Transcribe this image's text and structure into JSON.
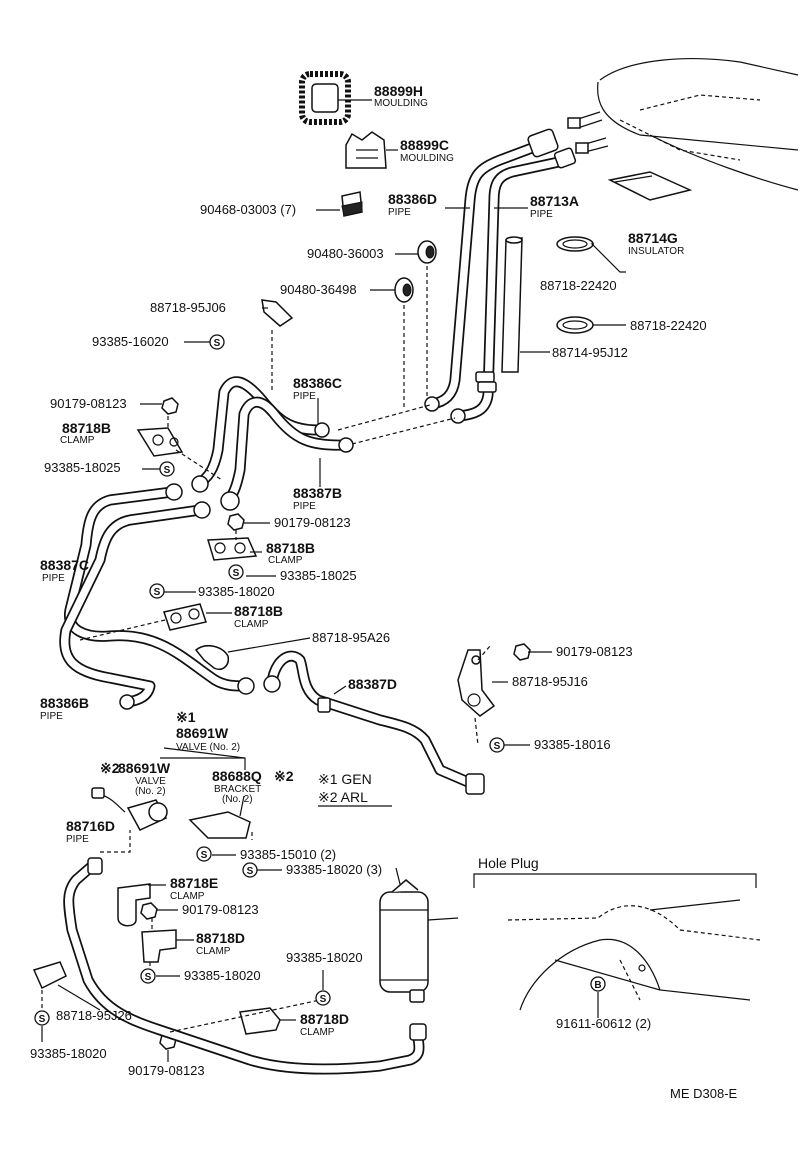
{
  "labels": {
    "p88899H": {
      "num": "88899H",
      "name": "MOULDING"
    },
    "p88899C": {
      "num": "88899C",
      "name": "MOULDING"
    },
    "p90468": {
      "num": "90468-03003 (7)"
    },
    "p88386D": {
      "num": "88386D",
      "name": "PIPE"
    },
    "p88713A": {
      "num": "88713A",
      "name": "PIPE"
    },
    "p88714G": {
      "num": "88714G",
      "name": "INSULATOR"
    },
    "p90480_36003": {
      "num": "90480-36003"
    },
    "p90480_36498": {
      "num": "90480-36498"
    },
    "p88718_22420a": {
      "num": "88718-22420"
    },
    "p88718_22420b": {
      "num": "88718-22420"
    },
    "p88718_95J06": {
      "num": "88718-95J06"
    },
    "p93385_16020": {
      "num": "93385-16020"
    },
    "p88714_95J12": {
      "num": "88714-95J12"
    },
    "p90179_a": {
      "num": "90179-08123"
    },
    "p88718B_a": {
      "num": "88718B",
      "name": "CLAMP"
    },
    "p88386C": {
      "num": "88386C",
      "name": "PIPE"
    },
    "p93385_18025a": {
      "num": "93385-18025"
    },
    "p88387B": {
      "num": "88387B",
      "name": "PIPE"
    },
    "p90179_b": {
      "num": "90179-08123"
    },
    "p88718B_b": {
      "num": "88718B",
      "name": "CLAMP"
    },
    "p93385_18025b": {
      "num": "93385-18025"
    },
    "p88387C": {
      "num": "88387C",
      "name": "PIPE"
    },
    "p93385_18020a": {
      "num": "93385-18020"
    },
    "p88718B_c": {
      "num": "88718B",
      "name": "CLAMP"
    },
    "p88718_95A26": {
      "num": "88718-95A26"
    },
    "p90179_c": {
      "num": "90179-08123"
    },
    "p88387D": {
      "num": "88387D"
    },
    "p88718_95J16": {
      "num": "88718-95J16"
    },
    "p88386B": {
      "num": "88386B",
      "name": "PIPE"
    },
    "p88691W_1": {
      "mark": "※1",
      "num": "88691W",
      "name": "VALVE (No. 2)"
    },
    "p93385_18016": {
      "num": "93385-18016"
    },
    "p88691W_2": {
      "mark": "※2",
      "num": "88691W",
      "name1": "VALVE",
      "name2": "(No. 2)"
    },
    "p88688Q": {
      "num": "88688Q",
      "mark": "※2",
      "name1": "BRACKET",
      "name2": "(No. 2)"
    },
    "legend1": "※1 GEN",
    "legend2": "※2 ARL",
    "p88716D": {
      "num": "88716D",
      "name": "PIPE"
    },
    "p93385_15010": {
      "num": "93385-15010 (2)"
    },
    "p93385_18020_3": {
      "num": "93385-18020 (3)"
    },
    "p88718E": {
      "num": "88718E",
      "name": "CLAMP"
    },
    "p90179_d": {
      "num": "90179-08123"
    },
    "p88718D_a": {
      "num": "88718D",
      "name": "CLAMP"
    },
    "p93385_18020b": {
      "num": "93385-18020"
    },
    "p93385_18020c": {
      "num": "93385-18020"
    },
    "p88718_95J26": {
      "num": "88718-95J26"
    },
    "p88718D_b": {
      "num": "88718D",
      "name": "CLAMP"
    },
    "p93385_18020d": {
      "num": "93385-18020"
    },
    "p90179_e": {
      "num": "90179-08123"
    },
    "hole_plug": "Hole Plug",
    "p91611": {
      "num": "91611-60612 (2)"
    },
    "footer": "ME  D308-E"
  },
  "symbols": {
    "s": "S",
    "b": "B"
  }
}
